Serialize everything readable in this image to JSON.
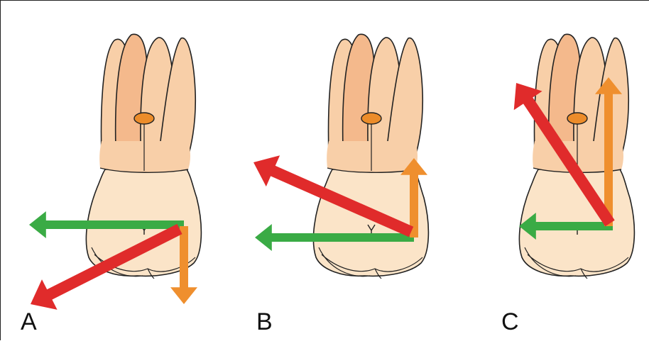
{
  "panels": [
    {
      "label": "A"
    },
    {
      "label": "B"
    },
    {
      "label": "C"
    }
  ],
  "colors": {
    "resultant_force": "#e02b2b",
    "horizontal_component": "#3aab45",
    "vertical_component": "#ef8f2e",
    "crown": "#fbe4c8",
    "root": "#f8cfa8",
    "root_inner": "#f4b98c",
    "pulp": "#ec8c2a",
    "outline": "#222222"
  },
  "icons": {
    "tooth": "molar-tooth-icon",
    "arrows": [
      "resultant-arrow",
      "horizontal-arrow",
      "vertical-arrow"
    ]
  }
}
